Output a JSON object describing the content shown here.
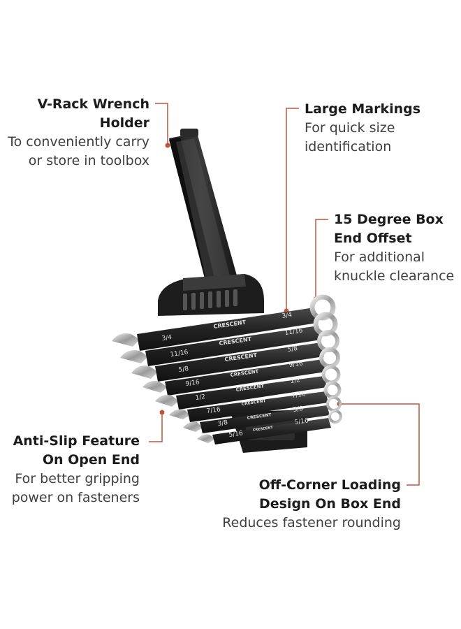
{
  "accent_color": "#c0553e",
  "callouts": {
    "vrack": {
      "title_1": "V-Rack Wrench",
      "title_2": "Holder",
      "desc_1": "To conveniently carry",
      "desc_2": "or store in toolbox"
    },
    "markings": {
      "title_1": "Large Markings",
      "desc_1": "For quick size",
      "desc_2": "identification"
    },
    "offset": {
      "title_1": "15 Degree Box",
      "title_2": "End Offset",
      "desc_1": "For additional",
      "desc_2": "knuckle clearance"
    },
    "antislip": {
      "title_1": "Anti-Slip Feature",
      "title_2": "On Open End",
      "desc_1": "For better gripping",
      "desc_2": "power on fasteners"
    },
    "offcorner": {
      "title_1": "Off-Corner Loading",
      "title_2": "Design On Box End",
      "desc_1": "Reduces fastener rounding"
    }
  },
  "wrenches": {
    "brand": "CRESCENT",
    "left_sizes": [
      "3/4",
      "11/16",
      "5/8",
      "9/16",
      "1/2",
      "7/16",
      "3/8",
      "5/16"
    ],
    "right_sizes": [
      "3/4",
      "11/16",
      "5/8",
      "9/16",
      "1/2",
      "7/16",
      "3/8",
      "5/16"
    ]
  }
}
